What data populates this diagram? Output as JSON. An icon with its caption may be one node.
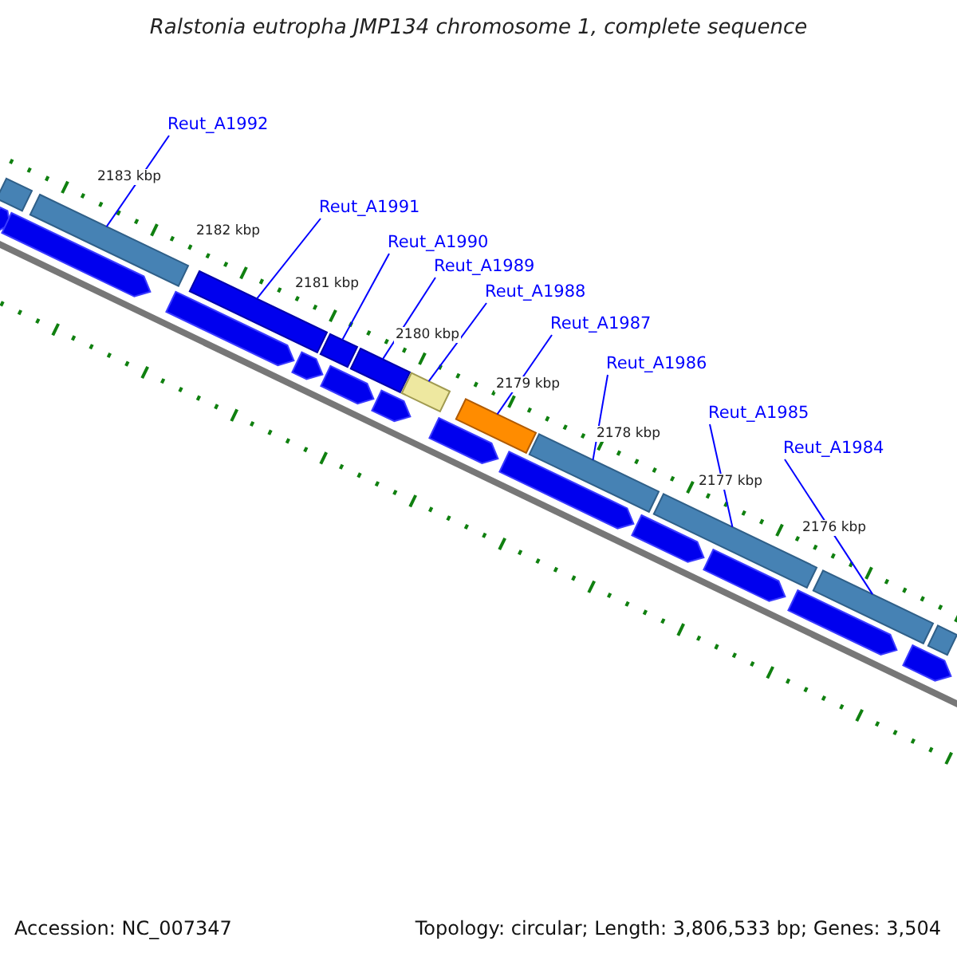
{
  "diagram": {
    "title": "Ralstonia eutropha JMP134 chromosome 1, complete sequence",
    "nodes": [
      {
        "text": [
          "Reut_A1992"
        ]
      },
      {
        "text": [
          "Reut_A1991"
        ]
      },
      {
        "text": [
          "Reut_A1990"
        ]
      },
      {
        "text": [
          "Reut_A1989"
        ]
      },
      {
        "text": [
          "Reut_A1988"
        ]
      },
      {
        "text": [
          "Reut_A1987"
        ]
      },
      {
        "text": [
          "Reut_A1986"
        ]
      },
      {
        "text": [
          "Reut_A1985"
        ]
      },
      {
        "text": [
          "Reut_A1984"
        ]
      },
      {
        "text": [],
        "shape": "bar"
      },
      {
        "text": [],
        "shape": "bar"
      },
      {
        "text": [],
        "shape": "bar"
      },
      {
        "text": [],
        "shape": "bar"
      },
      {
        "text": [],
        "shape": "bar"
      },
      {
        "text": [],
        "shape": "bar"
      },
      {
        "text": [],
        "shape": "bar"
      },
      {
        "text": [],
        "shape": "bar"
      },
      {
        "text": [],
        "shape": "bar"
      },
      {
        "text": [],
        "shape": "bar"
      },
      {
        "text": [],
        "shape": "bar"
      },
      {
        "text": [],
        "shape": "pentagon"
      },
      {
        "text": [],
        "shape": "pentagon"
      },
      {
        "text": [],
        "shape": "pentagon"
      },
      {
        "text": [],
        "shape": "pentagon"
      },
      {
        "text": [],
        "shape": "pentagon"
      },
      {
        "text": [],
        "shape": "pentagon"
      },
      {
        "text": [],
        "shape": "pentagon"
      },
      {
        "text": [],
        "shape": "pentagon"
      },
      {
        "text": [],
        "shape": "pentagon"
      },
      {
        "text": [],
        "shape": "pentagon"
      },
      {
        "text": [],
        "shape": "pentagon"
      },
      {
        "text": [],
        "shape": "pentagon"
      }
    ],
    "edges": [
      {
        "from": 0,
        "to": 10,
        "arrow": "none"
      },
      {
        "from": 1,
        "to": 11,
        "arrow": "none"
      },
      {
        "from": 2,
        "to": 12,
        "arrow": "none"
      },
      {
        "from": 3,
        "to": 13,
        "arrow": "none"
      },
      {
        "from": 4,
        "to": 14,
        "arrow": "none"
      },
      {
        "from": 5,
        "to": 15,
        "arrow": "none"
      },
      {
        "from": 6,
        "to": 16,
        "arrow": "none"
      },
      {
        "from": 7,
        "to": 17,
        "arrow": "none"
      },
      {
        "from": 8,
        "to": 18,
        "arrow": "none"
      }
    ],
    "labels": [
      "2183 kbp",
      "2182 kbp",
      "2181 kbp",
      "2180 kbp",
      "2179 kbp",
      "2178 kbp",
      "2177 kbp",
      "2176 kbp",
      "Accession: NC_007347",
      "Topology: circular; Length: 3,806,533 bp; Genes: 3,504"
    ]
  }
}
